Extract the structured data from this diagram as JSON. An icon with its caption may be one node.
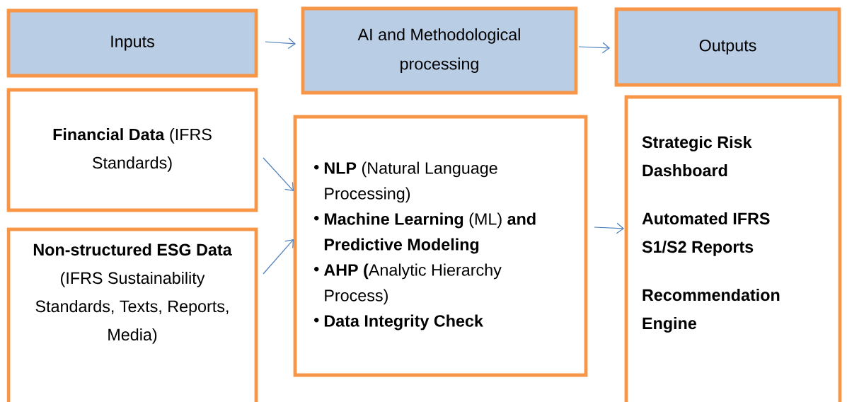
{
  "diagram": {
    "nodes": [
      {
        "text": [
          "Inputs"
        ]
      },
      {
        "text": [
          "AI and Methodological processing"
        ]
      },
      {
        "text": [
          "Outputs"
        ]
      },
      {
        "text": [
          "**Financial Data** (IFRS Standards)"
        ]
      },
      {
        "text": [
          "**Non-structured ESG Data** (IFRS Sustainability Standards, Texts, Reports, Media)"
        ]
      },
      {
        "text": [
          "**NLP** (Natural Language Processing)",
          "**Machine Learning** (ML) **and Predictive Modeling**",
          "**AHP (**Analytic Hierarchy Process)",
          "Data Integrity Check"
        ]
      },
      {
        "text": [
          "Strategic Risk Dashboard",
          "Automated IFRS S1/S2 Reports",
          "Recommendation Engine"
        ]
      }
    ],
    "edges": [
      {
        "from": 0,
        "to": 1,
        "arrow": "to"
      },
      {
        "from": 1,
        "to": 2,
        "arrow": "to"
      },
      {
        "from": 3,
        "to": 5,
        "arrow": "to"
      },
      {
        "from": 4,
        "to": 5,
        "arrow": "to"
      },
      {
        "from": 5,
        "to": 6,
        "arrow": "to"
      }
    ]
  }
}
